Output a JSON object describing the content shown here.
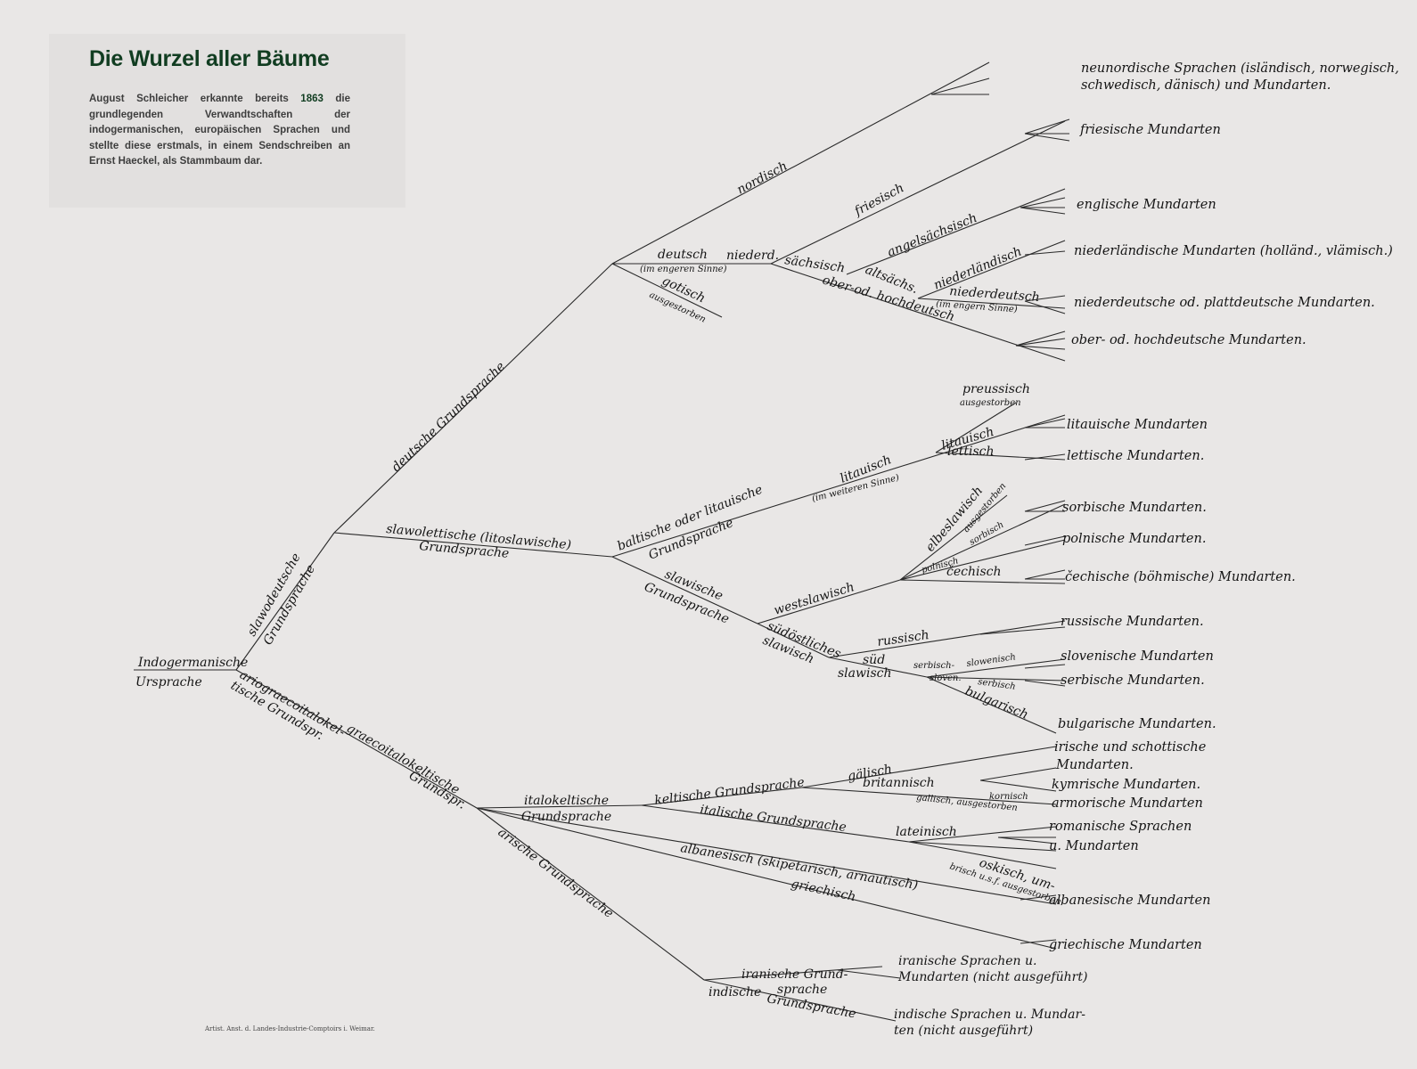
{
  "header": {
    "title": "Die Wurzel aller Bäume",
    "intro_before": "August Schleicher erkannte bereits",
    "intro_year": "1863",
    "intro_after": "die grundlegenden Verwandtschaften der indogermanischen, europäischen Sprachen und stellte diese erstmals, in einem Sendschreiben an Ernst Haeckel, als Stammbaum dar."
  },
  "root": {
    "line1": "Indogermanische",
    "line2": "Ursprache"
  },
  "branches": {
    "slawodeutsche_1": "slawodeutsche",
    "slawodeutsche_2": "Grundsprache",
    "arioGraeco_1": "ariograecoitalokel-",
    "arioGraeco_2": "tische Grundspr.",
    "deutsche": "deutsche Grundsprache",
    "slawolettische_1": "slawolettische (litoslawische)",
    "slawolettische_2": "Grundsprache",
    "graecoitalo_1": "graecoitalokeltische",
    "graecoitalo_2": "Grundspr.",
    "arische": "arische Grundsprache",
    "nordisch": "nordisch",
    "deutsch": "deutsch",
    "deutsch_sub": "(im engeren Sinne)",
    "gotisch": "gotisch",
    "gotisch_sub": "ausgestorben",
    "niederd": "niederd.",
    "friesisch": "friesisch",
    "saechsisch": "sächsisch",
    "angelsaechsisch": "angelsächsisch",
    "altsaechs": "altsächs.",
    "niederlaendisch": "niederländisch",
    "niederdeutsch": "niederdeutsch",
    "niederdeutsch_sub": "(im engern Sinne)",
    "hochdeutsch": "ober-od. hochdeutsch",
    "baltische_1": "baltische oder litauische",
    "baltische_2": "Grundsprache",
    "litauisch": "litauisch",
    "litauisch_sub": "(im weiteren Sinne)",
    "preussisch": "preussisch",
    "preussisch_sub": "ausgestorben",
    "litauisch2": "litauisch",
    "lettisch": "lettisch",
    "slawische_1": "slawische",
    "slawische_2": "Grundsprache",
    "westslawisch": "westslawisch",
    "elbeslawisch": "elbeslawisch",
    "elbe_sub": "ausgestorben",
    "sorbisch": "sorbisch",
    "polnisch": "polnisch",
    "cechisch": "čechisch",
    "suedoestliches_1": "südöstliches",
    "suedoestliches_2": "slawisch",
    "russisch": "russisch",
    "sued_1": "süd",
    "sued_2": "slawisch",
    "serbisch_1": "serbisch-",
    "serbisch_2": "sloven.",
    "slowenisch": "slowenisch",
    "serbisch": "serbisch",
    "bulgarisch": "bulgarisch",
    "italokeltische_1": "italokeltische",
    "italokeltische_2": "Grundsprache",
    "keltische": "keltische Grundsprache",
    "gaelisch": "gälisch",
    "britannisch": "britannisch",
    "kornisch": "kornisch",
    "gallisch": "gallisch, ausgestorben",
    "italische": "italische Grundsprache",
    "lateinisch": "lateinisch",
    "oskisch_1": "oskisch, um-",
    "oskisch_2": "brisch u.s.f. ausgestorben.",
    "albanesisch": "albanesisch (skipetarisch, arnautisch)",
    "griechisch": "griechisch",
    "iranische_1": "iranische Grund-",
    "iranische_2": "sprache",
    "indische_1": "indische",
    "indische_2": "Grundsprache"
  },
  "leaves": {
    "neunordisch_1": "neunordische Sprachen (isländisch, norwegisch,",
    "neunordisch_2": "schwedisch, dänisch) und Mundarten.",
    "friesische": "friesische Mundarten",
    "englische": "englische Mundarten",
    "niederlaendische": "niederländische Mundarten (holländ., vlämisch.)",
    "niederdeutsche": "niederdeutsche od. plattdeutsche Mundarten.",
    "hochdeutsche": "ober- od. hochdeutsche Mundarten.",
    "litauische": "litauische Mundarten",
    "lettische": "lettische Mundarten.",
    "sorbische": "sorbische Mundarten.",
    "polnische": "polnische Mundarten.",
    "cechische": "čechische (böhmische) Mundarten.",
    "russische": "russische Mundarten.",
    "slovenische": "slovenische Mundarten",
    "serbische": "serbische Mundarten.",
    "bulgarische": "bulgarische Mundarten.",
    "irische_1": "irische und schottische",
    "irische_2": "Mundarten.",
    "kymrische": "kymrische Mundarten.",
    "armorische": "armorische Mundarten",
    "romanische_1": "romanische Sprachen",
    "romanische_2": "u. Mundarten",
    "albanesische": "albanesische Mundarten",
    "griechische": "griechische Mundarten",
    "iranische_1": "iranische Sprachen u.",
    "iranische_2": "Mundarten (nicht ausgeführt)",
    "indische_1": "indische Sprachen u. Mundar-",
    "indische_2": "ten (nicht ausgeführt)"
  },
  "imprint": "Artist. Anst. d. Landes-Industrie-Comptoirs i. Weimar."
}
